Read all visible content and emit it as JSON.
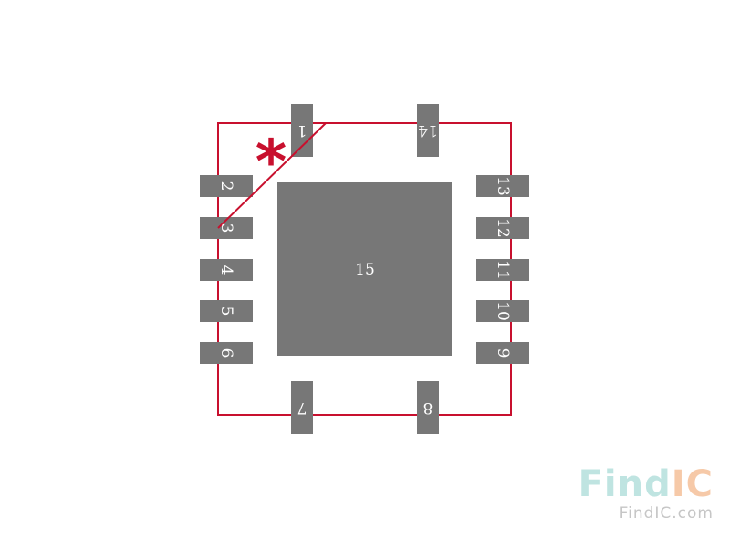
{
  "footprint": {
    "outline_color": "#c8102e",
    "pad_color": "#777777",
    "pin1_marker": "*",
    "pins": [
      "1",
      "2",
      "3",
      "4",
      "5",
      "6",
      "7",
      "8",
      "9",
      "10",
      "11",
      "12",
      "13",
      "14"
    ],
    "thermal_pad": "15"
  },
  "watermark": {
    "logo_find": "Find",
    "logo_ic": "IC",
    "url": "FindIC.com"
  }
}
